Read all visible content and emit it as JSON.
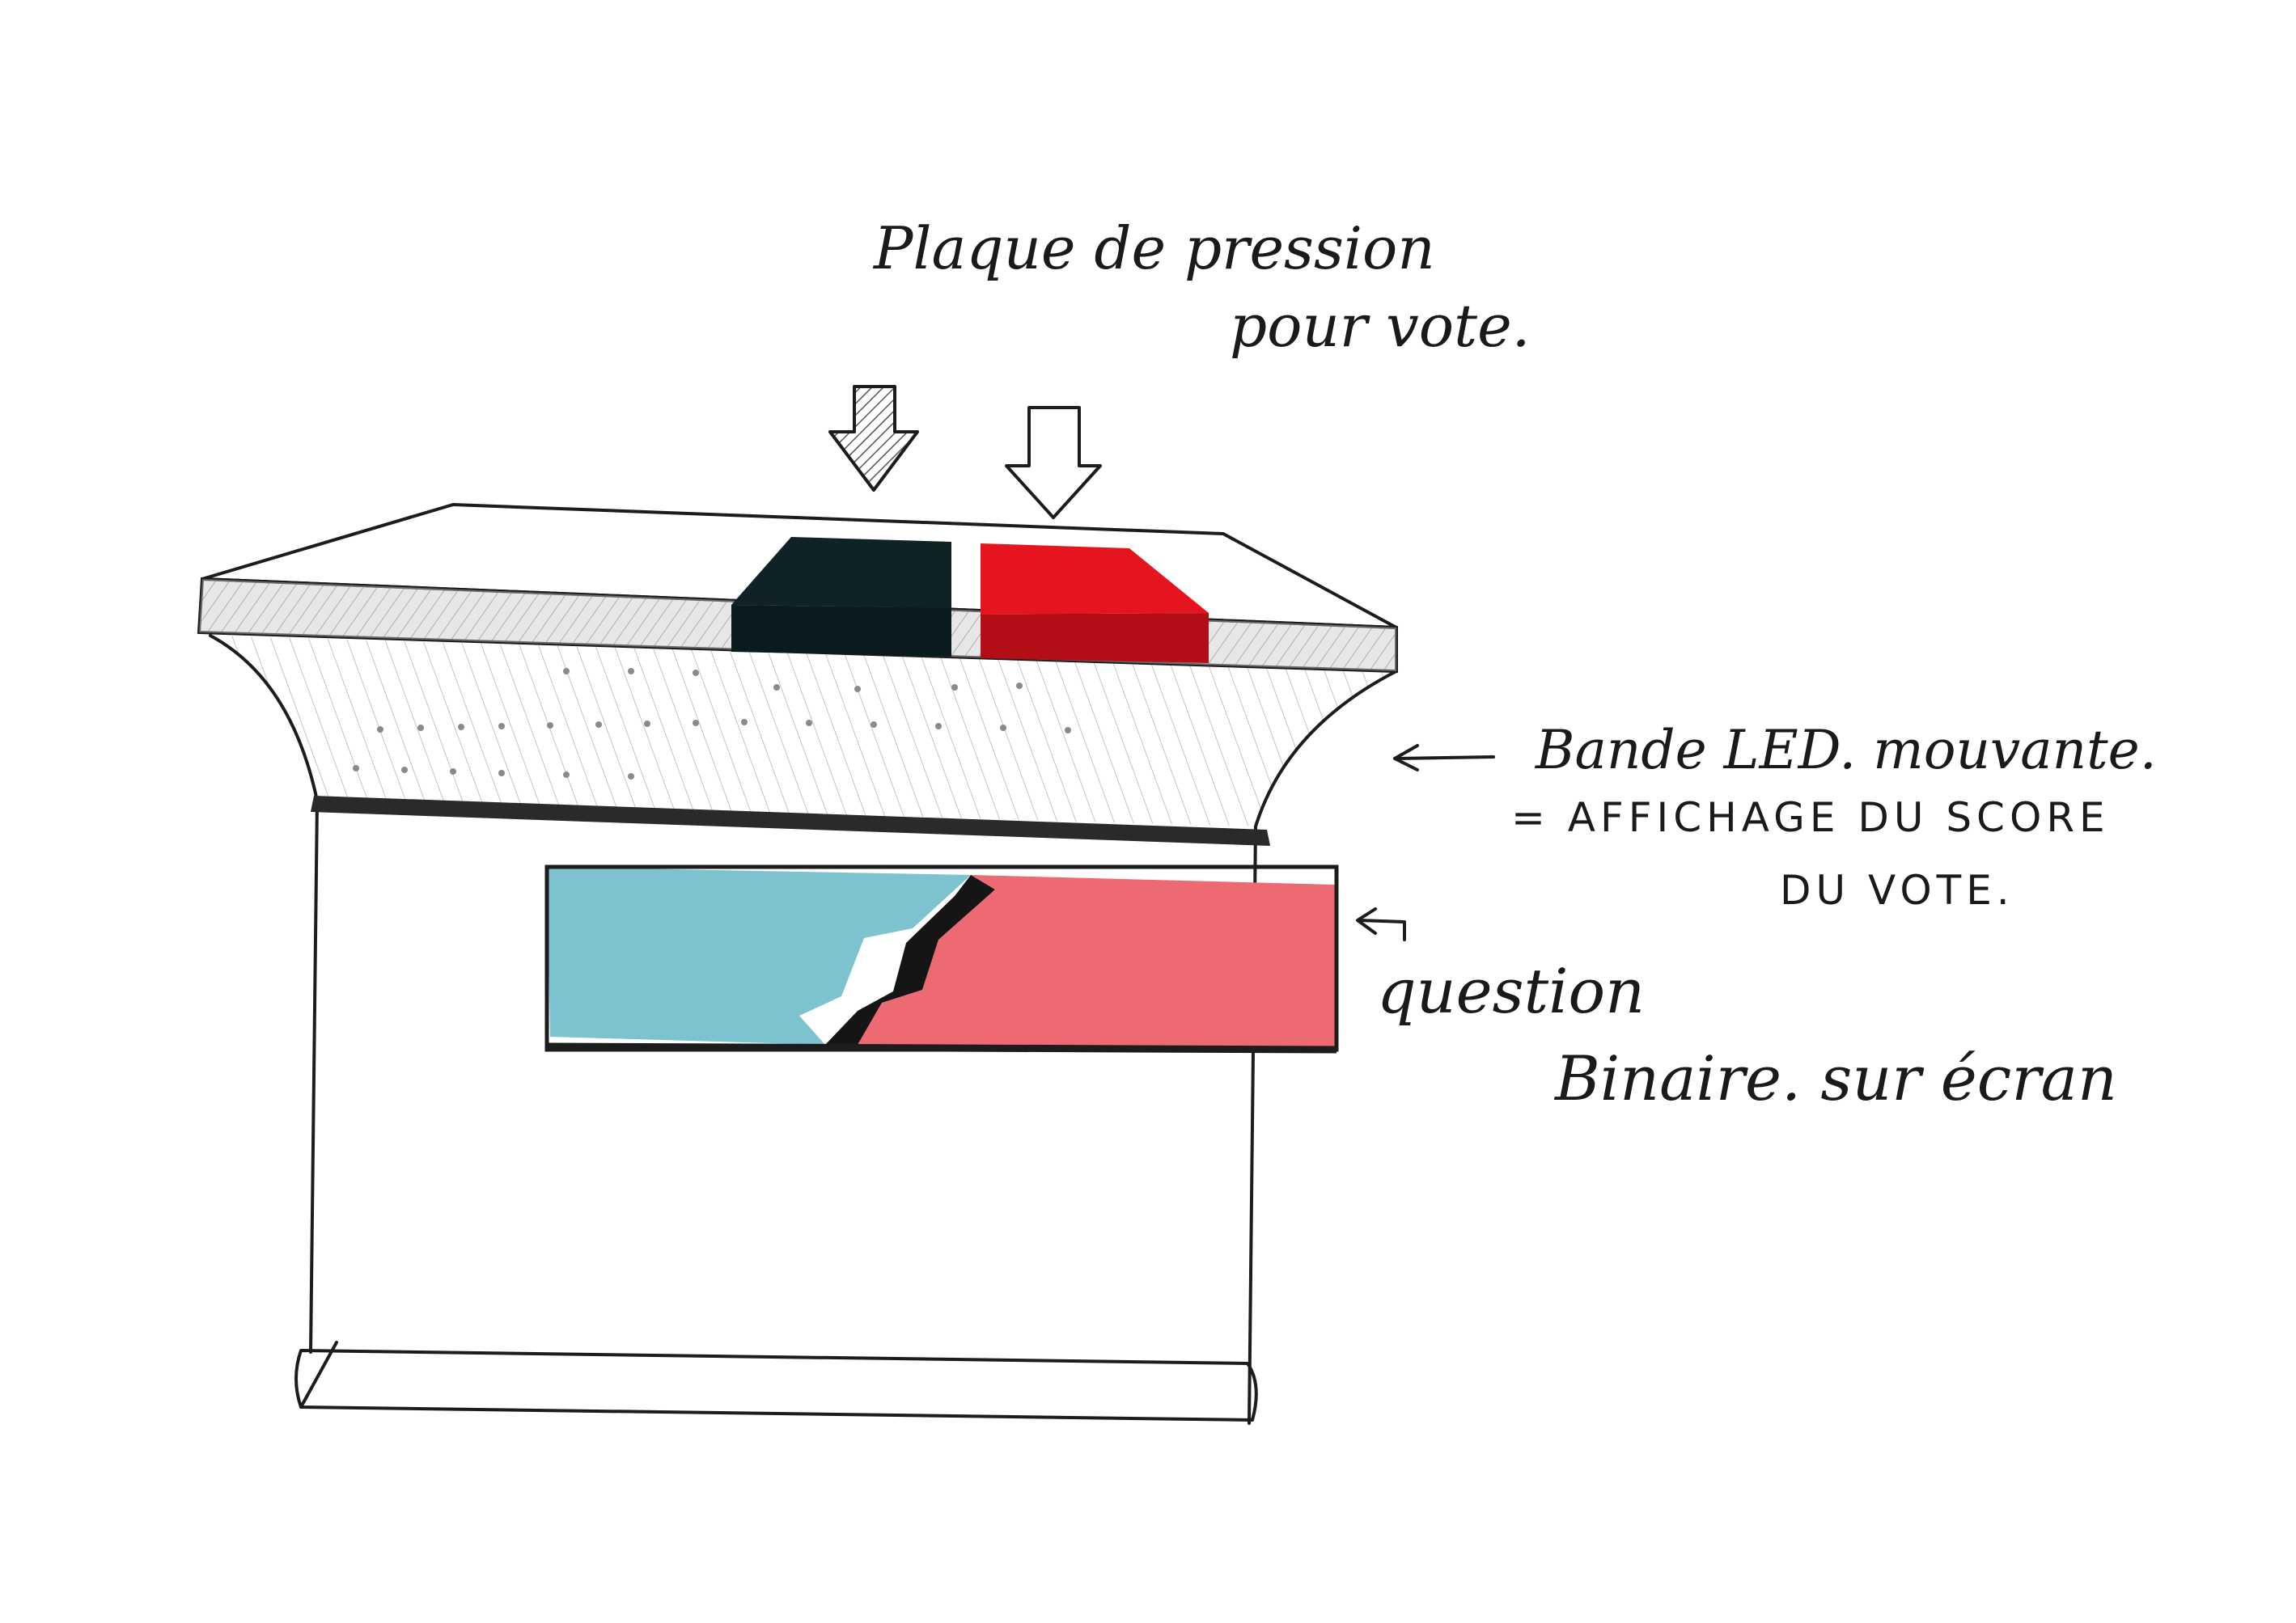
{
  "labels": {
    "pressure_plate_line1": "Plaque de pression",
    "pressure_plate_line2": "pour vote.",
    "led_band": "Bande LED. mouvante.",
    "score_line1": "= AFFICHAGE  DU  SCORE",
    "score_line2": "DU VOTE.",
    "question_line1": "question",
    "question_line2": "Binaire. sur écran"
  },
  "colors": {
    "vote_button_left": "#0f2326",
    "vote_button_right": "#e5141e",
    "screen_left": "#7cc3cf",
    "screen_right": "#ee6a72",
    "band": "#2a2a2a",
    "plate_gray": "#c9c9c9"
  },
  "icons": {
    "left_arrow": "hatched-down-arrow-icon",
    "right_arrow": "outline-down-arrow-icon",
    "led_pointer": "left-arrow-icon",
    "question_pointer": "hook-left-arrow-icon"
  }
}
